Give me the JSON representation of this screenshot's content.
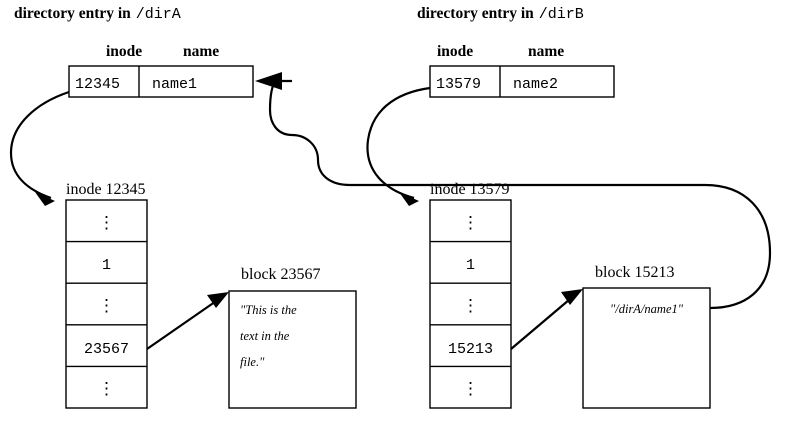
{
  "diagram": {
    "title": "hard link and symbolic link inode diagram",
    "background": "#ffffff",
    "ink": "#000000"
  },
  "dir_entries": [
    {
      "header_label": "directory entry in",
      "header_path": "/dirA",
      "columns": [
        "inode",
        "name"
      ],
      "inode": "12345",
      "name": "name1"
    },
    {
      "header_label": "directory entry in",
      "header_path": "/dirB",
      "columns": [
        "inode",
        "name"
      ],
      "inode": "13579",
      "name": "name2"
    }
  ],
  "inodes": [
    {
      "caption": "inode 12345",
      "rows": [
        "⋮",
        "1",
        "⋮",
        "23567",
        "⋮"
      ],
      "link_count": "1",
      "block_pointer": "23567"
    },
    {
      "caption": "inode 13579",
      "rows": [
        "⋮",
        "1",
        "⋮",
        "15213",
        "⋮"
      ],
      "link_count": "1",
      "block_pointer": "15213"
    }
  ],
  "blocks": [
    {
      "caption": "block 23567",
      "lines": [
        "\"This is the",
        "text in the",
        "file.\""
      ]
    },
    {
      "caption": "block 15213",
      "lines": [
        "\"/dirA/name1\""
      ]
    }
  ],
  "edges": [
    {
      "name": "dirA-inode-to-inode12345",
      "from": "dir-entry-a-inode-cell",
      "to": "inode-12345"
    },
    {
      "name": "dirB-inode-to-inode13579",
      "from": "dir-entry-b-inode-cell",
      "to": "inode-13579"
    },
    {
      "name": "inode12345-to-block23567",
      "from": "inode-12345-block-pointer",
      "to": "block-23567"
    },
    {
      "name": "inode13579-to-block15213",
      "from": "inode-13579-block-pointer",
      "to": "block-15213"
    },
    {
      "name": "block15213-to-dirA-name1",
      "from": "block-15213",
      "to": "dir-entry-a-name-cell"
    }
  ]
}
